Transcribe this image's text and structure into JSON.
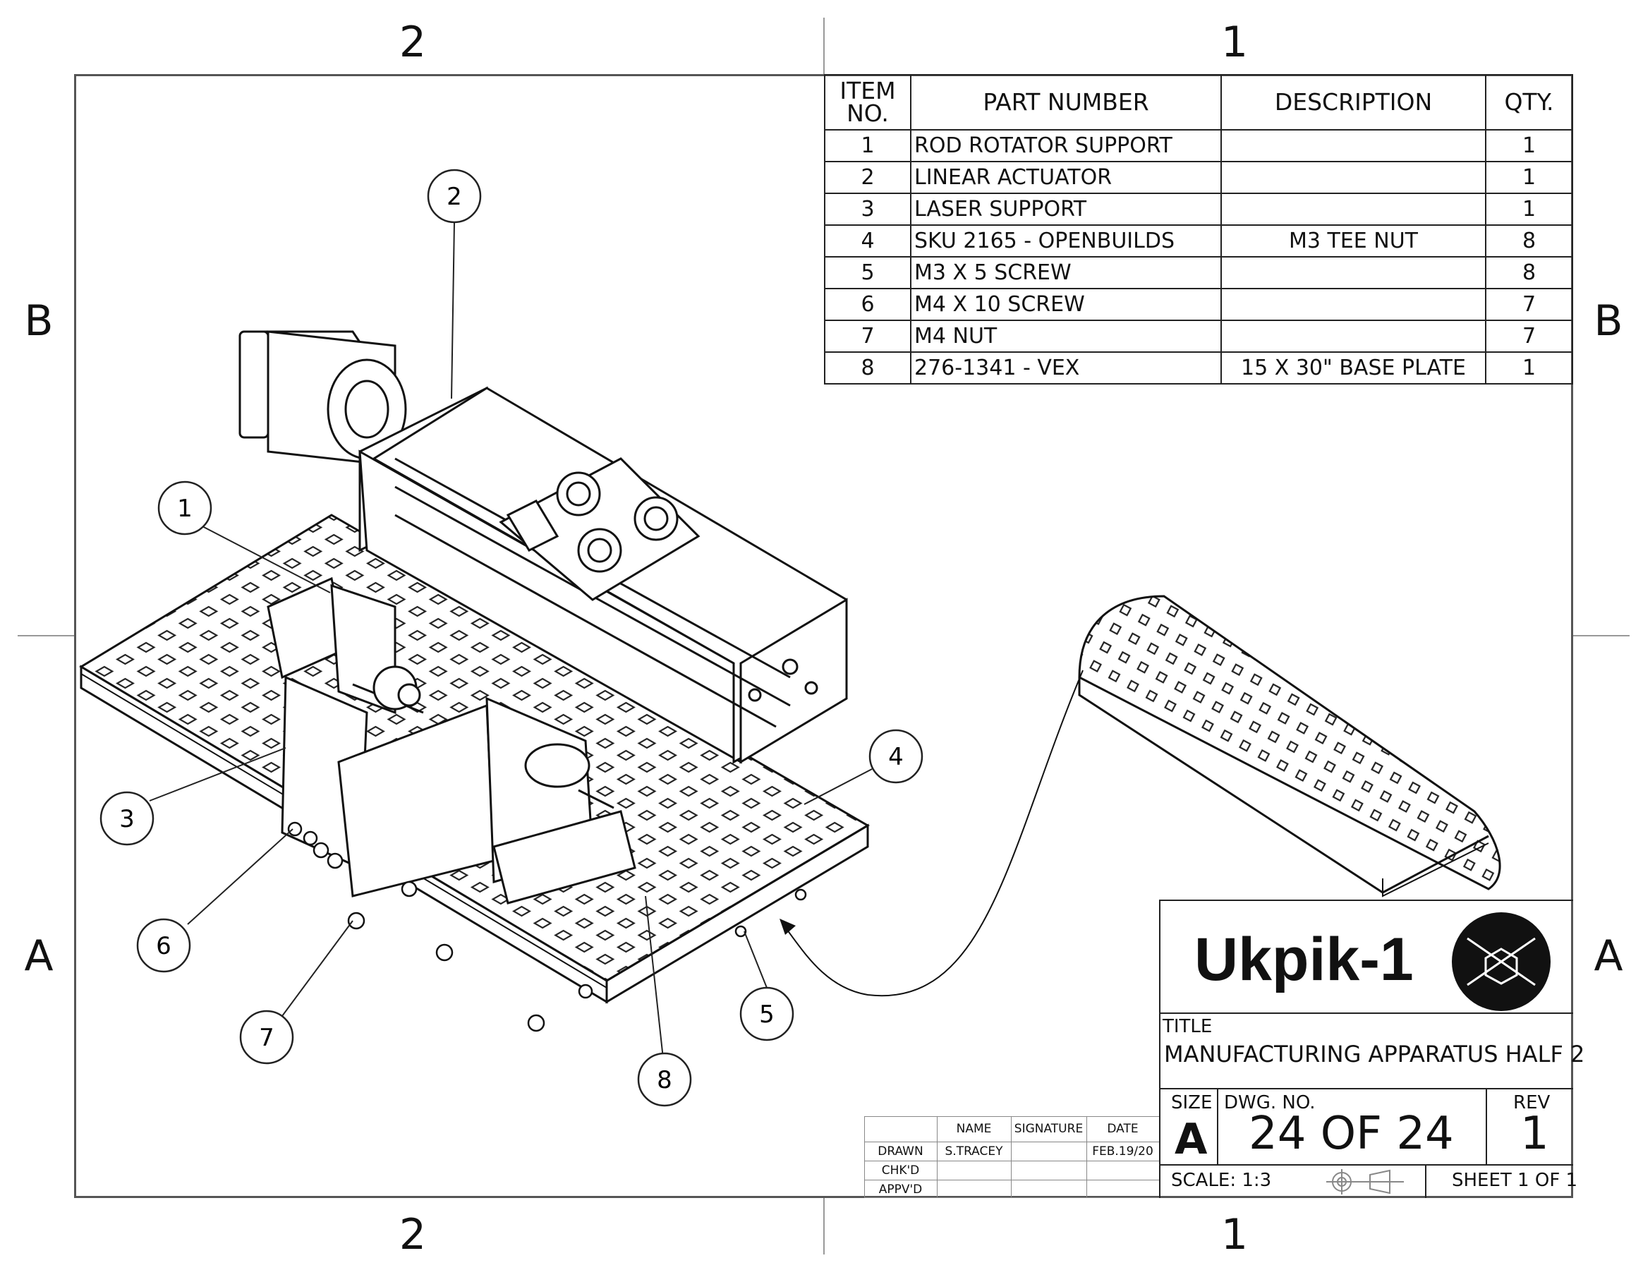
{
  "zones": {
    "top_left": "2",
    "top_right": "1",
    "bottom_left": "2",
    "bottom_right": "1",
    "left_upper": "B",
    "left_lower": "A",
    "right_upper": "B",
    "right_lower": "A"
  },
  "bom": {
    "headers": [
      "ITEM NO.",
      "PART NUMBER",
      "DESCRIPTION",
      "QTY."
    ],
    "rows": [
      {
        "item": "1",
        "part": "ROD ROTATOR SUPPORT",
        "desc": "",
        "qty": "1"
      },
      {
        "item": "2",
        "part": "LINEAR ACTUATOR",
        "desc": "",
        "qty": "1"
      },
      {
        "item": "3",
        "part": "LASER SUPPORT",
        "desc": "",
        "qty": "1"
      },
      {
        "item": "4",
        "part": "SKU 2165 - OPENBUILDS",
        "desc": "M3 TEE NUT",
        "qty": "8"
      },
      {
        "item": "5",
        "part": "M3 X 5 SCREW",
        "desc": "",
        "qty": "8"
      },
      {
        "item": "6",
        "part": "M4 X 10 SCREW",
        "desc": "",
        "qty": "7"
      },
      {
        "item": "7",
        "part": "M4 NUT",
        "desc": "",
        "qty": "7"
      },
      {
        "item": "8",
        "part": "276-1341 - VEX",
        "desc": "15 X 30\" BASE PLATE",
        "qty": "1"
      }
    ]
  },
  "balloons": [
    "1",
    "2",
    "3",
    "4",
    "5",
    "6",
    "7",
    "8"
  ],
  "title_block": {
    "logo_text": "Ukpik-1",
    "title_label": "TITLE",
    "title": "MANUFACTURING APPARATUS HALF 2",
    "size_label": "SIZE",
    "size": "A",
    "dwg_label": "DWG.  NO.",
    "dwg_no": "24 OF 24",
    "rev_label": "REV",
    "rev": "1",
    "scale": "SCALE: 1:3",
    "sheet": "SHEET 1 OF 1",
    "approvals": {
      "headers": [
        "NAME",
        "SIGNATURE",
        "DATE"
      ],
      "rows": [
        {
          "role": "DRAWN",
          "name": "S.TRACEY",
          "signature": "",
          "date": "FEB.19/20"
        },
        {
          "role": "CHK'D",
          "name": "",
          "signature": "",
          "date": ""
        },
        {
          "role": "APPV'D",
          "name": "",
          "signature": "",
          "date": ""
        }
      ]
    }
  }
}
